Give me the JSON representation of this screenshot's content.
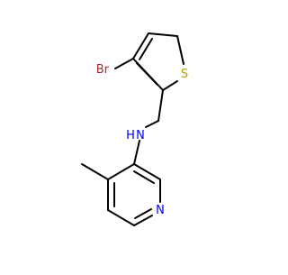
{
  "molecule": {
    "atoms": {
      "bromine": "Br",
      "sulfur": "S",
      "amine": "H",
      "amine_n": "N",
      "pyridine_n": "N"
    },
    "colors": {
      "bond": "#000000",
      "bromine": "#a52a2a",
      "sulfur": "#b8a000",
      "nitrogen": "#0000ff",
      "background": "#ffffff"
    }
  }
}
